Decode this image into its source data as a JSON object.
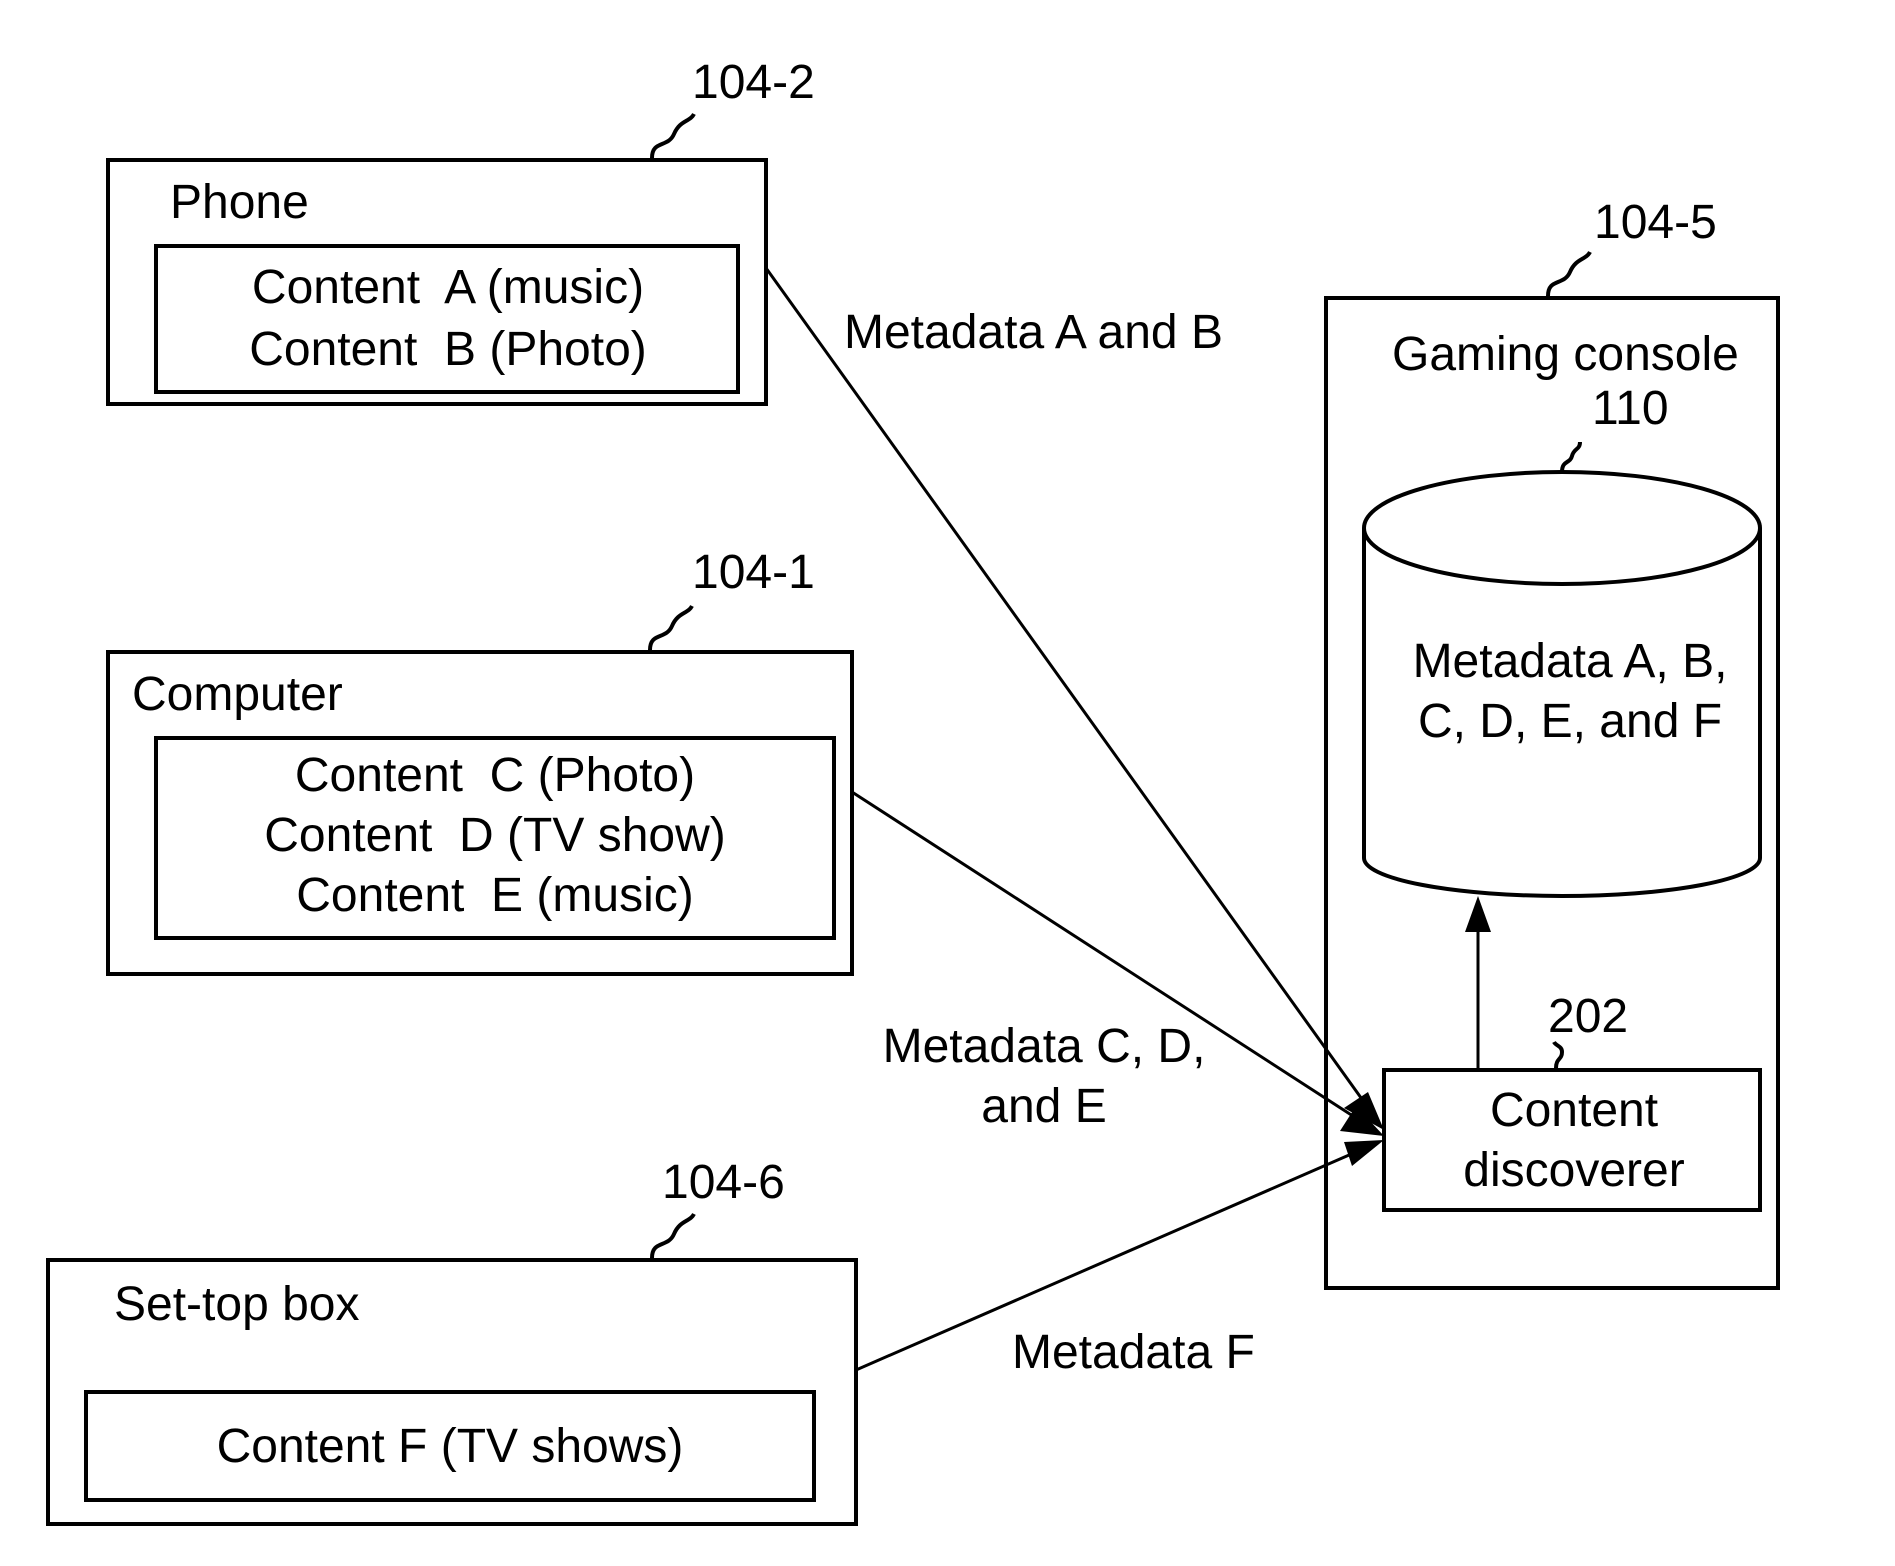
{
  "devices": {
    "phone": {
      "ref": "104-2",
      "title": "Phone",
      "content": [
        "Content  A (music)",
        "Content  B (Photo)"
      ]
    },
    "computer": {
      "ref": "104-1",
      "title": "Computer",
      "content": [
        "Content  C (Photo)",
        "Content  D (TV show)",
        "Content  E (music)"
      ]
    },
    "settop": {
      "ref": "104-6",
      "title": "Set-top box",
      "content": [
        "Content F (TV shows)"
      ]
    },
    "console": {
      "ref": "104-5",
      "title": "Gaming console",
      "store_ref": "110",
      "store_lines": [
        "Metadata A, B,",
        "C, D, E, and F"
      ],
      "discoverer_ref": "202",
      "discoverer_lines": [
        "Content",
        "discoverer"
      ]
    }
  },
  "edges": {
    "phone_label": "Metadata A and B",
    "computer_label": [
      "Metadata C, D,",
      "and E"
    ],
    "settop_label": "Metadata F"
  }
}
